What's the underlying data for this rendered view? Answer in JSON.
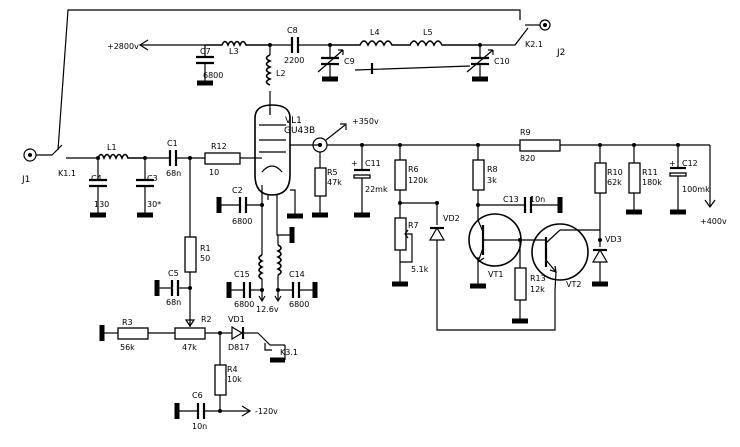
{
  "labels": {
    "v2800": "+2800v",
    "c7": "C7",
    "c7v": "6800",
    "l3": "L3",
    "c8": "C8",
    "c8v": "2200",
    "l4": "L4",
    "l5": "L5",
    "k21": "K2.1",
    "j2": "J2",
    "c9": "C9",
    "c10": "C10",
    "l2": "L2",
    "vl1": "VL1",
    "vl1v": "GU43B",
    "v350": "+350v",
    "j1": "J1",
    "k11": "K1.1",
    "l1": "L1",
    "c1": "C1",
    "c1v": "68n",
    "r12": "R12",
    "r12v": "10",
    "c4": "C4",
    "c4v": "130",
    "c3": "C3",
    "c3v": "30*",
    "c2": "C2",
    "c2v": "6800",
    "r1": "R1",
    "r1v": "50",
    "c5": "C5",
    "c5v": "68n",
    "r3": "R3",
    "r3v": "56k",
    "r2": "R2",
    "r2v": "47k",
    "vd1": "VD1",
    "vd1v": "D817",
    "k31": "K3.1",
    "r4": "R4",
    "r4v": "10k",
    "c6": "C6",
    "c6v": "10n",
    "v120": "-120v",
    "c15": "C15",
    "c15v": "6800",
    "c14": "C14",
    "c14v": "6800",
    "v126": "12.6v",
    "r5": "R5",
    "r5v": "47k",
    "c11": "C11",
    "c11v": "22mk",
    "r6": "R6",
    "r6v": "120k",
    "r7": "R7",
    "r7v": "5.1k",
    "vd2": "VD2",
    "r8": "R8",
    "r8v": "3k",
    "c13": "C13",
    "c13v": "10n",
    "vt1": "VT1",
    "r13": "R13",
    "r13v": "12k",
    "vt2": "VT2",
    "r9": "R9",
    "r9v": "820",
    "r10": "R10",
    "r10v": "62k",
    "vd3": "VD3",
    "r11": "R11",
    "r11v": "180k",
    "c12": "C12",
    "c12v": "100mk",
    "v400": "+400v",
    "plus_c11": "+",
    "plus_c12": "+"
  }
}
